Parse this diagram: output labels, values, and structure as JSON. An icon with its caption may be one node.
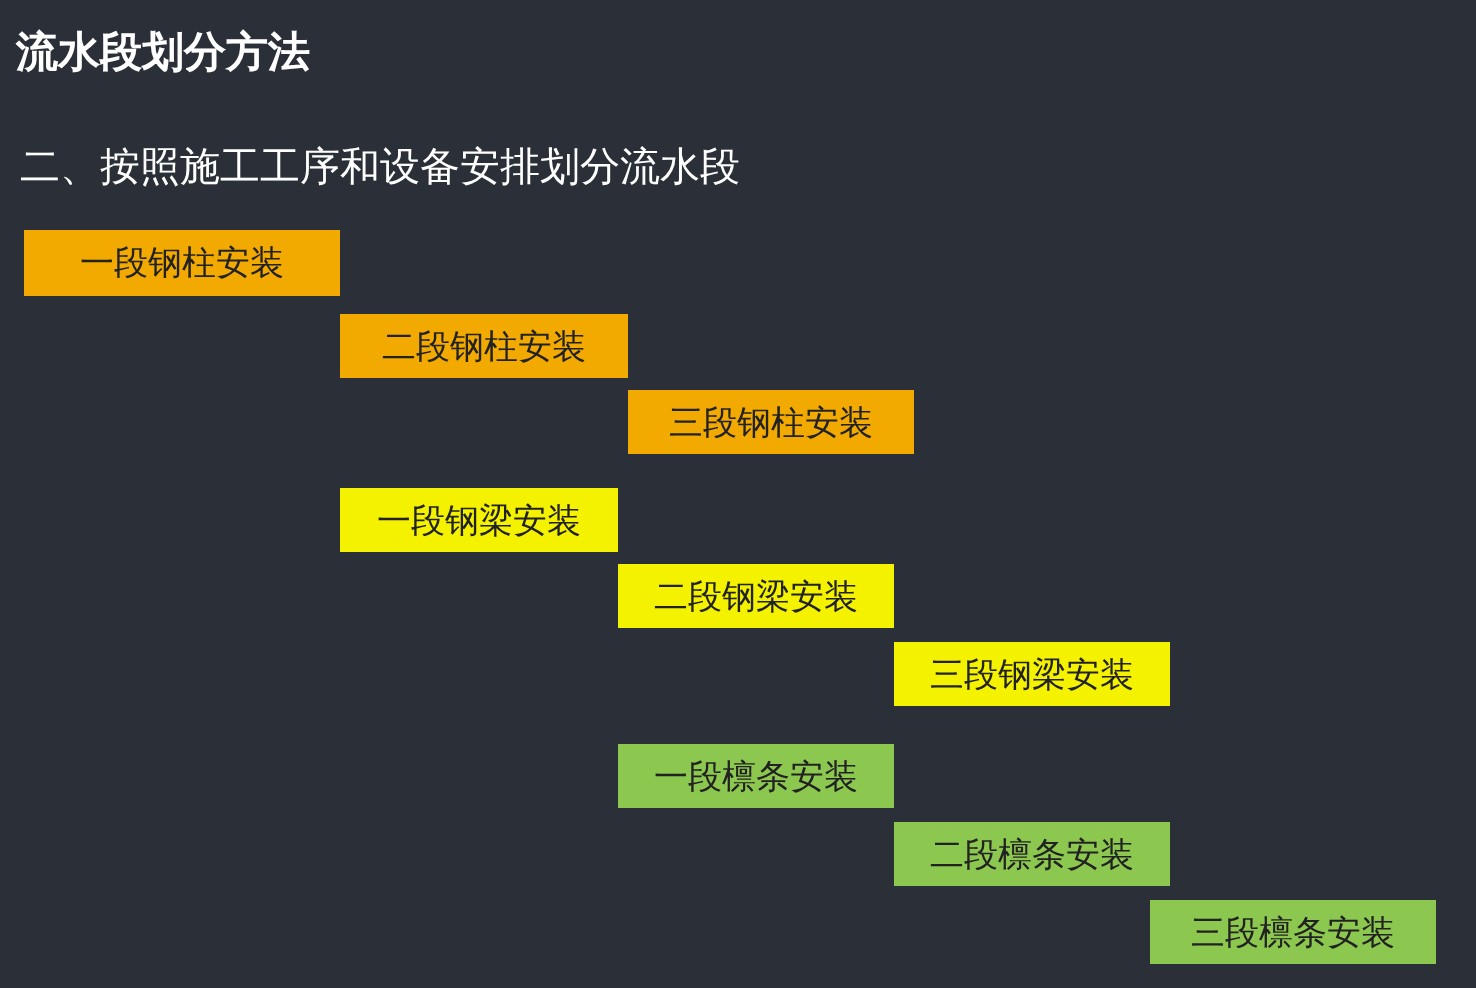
{
  "diagram": {
    "title": "流水段划分方法",
    "nodes": [
      {
        "text": [
          "一段钢柱安装"
        ]
      },
      {
        "text": [
          "二段钢柱安装"
        ]
      },
      {
        "text": [
          "三段钢柱安装"
        ]
      },
      {
        "text": [
          "一段钢梁安装"
        ]
      },
      {
        "text": [
          "二段钢梁安装"
        ]
      },
      {
        "text": [
          "三段钢梁安装"
        ]
      },
      {
        "text": [
          "一段檩条安装"
        ]
      },
      {
        "text": [
          "二段檩条安装"
        ]
      },
      {
        "text": [
          "三段檩条安装"
        ]
      }
    ],
    "labels": [
      "二、按照施工工序和设备安排划分流水段"
    ]
  }
}
